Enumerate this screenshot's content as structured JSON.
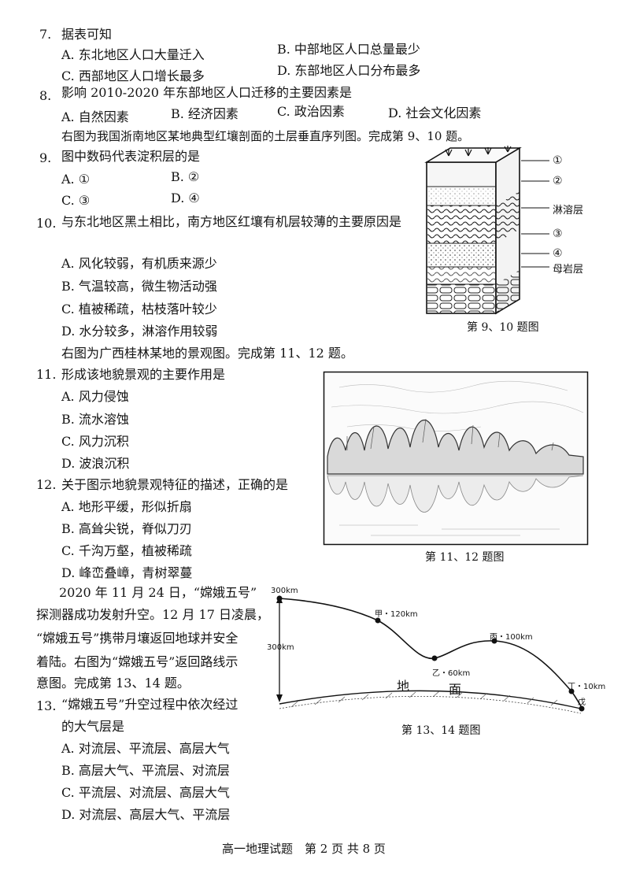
{
  "q7": {
    "num": "7.",
    "stem": "据表可知",
    "A": "A. 东北地区人口大量迁入",
    "B": "B. 中部地区人口总量最少",
    "C": "C. 西部地区人口增长最多",
    "D": "D. 东部地区人口分布最多"
  },
  "q8": {
    "num": "8.",
    "stem": "影响 2010-2020 年东部地区人口迁移的主要因素是",
    "A": "A. 自然因素",
    "B": "B. 经济因素",
    "C": "C. 政治因素",
    "D": "D. 社会文化因素"
  },
  "intro910": "右图为我国浙南地区某地典型红壤剖面的土层垂直序列图。完成第 9、10 题。",
  "q9": {
    "num": "9.",
    "stem": "图中数码代表淀积层的是",
    "A": "A. ①",
    "B": "B. ②",
    "C": "C. ③",
    "D": "D. ④"
  },
  "q10": {
    "num": "10.",
    "stem": "与东北地区黑土相比，南方地区红壤有机层较薄的主要原因是",
    "A": "A. 风化较弱，有机质来源少",
    "B": "B. 气温较高，微生物活动强",
    "C": "C. 植被稀疏，枯枝落叶较少",
    "D": "D. 水分较多，淋溶作用较弱"
  },
  "soil_fig": {
    "labels": [
      "①",
      "②",
      "淋溶层",
      "③",
      "④",
      "母岩层"
    ],
    "caption": "第 9、10 题图"
  },
  "intro1112": "右图为广西桂林某地的景观图。完成第 11、12 题。",
  "q11": {
    "num": "11.",
    "stem": "形成该地貌景观的主要作用是",
    "A": "A. 风力侵蚀",
    "B": "B. 流水溶蚀",
    "C": "C. 风力沉积",
    "D": "D. 波浪沉积"
  },
  "q12": {
    "num": "12.",
    "stem": "关于图示地貌景观特征的描述，正确的是",
    "A": "A. 地形平缓，形似折扇",
    "B": "B. 高耸尖锐，脊似刀刃",
    "C": "C. 千沟万壑，植被稀疏",
    "D": "D. 峰峦叠嶂，青树翠蔓"
  },
  "landscape_caption": "第 11、12 题图",
  "intro1314": [
    "2020 年 11 月 24 日，“嫦娥五号”",
    "探测器成功发射升空。12 月 17 日凌晨，",
    "“嫦娥五号”携带月壤返回地球并安全",
    "着陆。右图为“嫦娥五号”返回路线示",
    "意图。完成第 13、14 题。"
  ],
  "route_fig": {
    "top": "300km",
    "side": "300km",
    "jia": "甲・120km",
    "yi": "乙・60km",
    "bing": "丙・100km",
    "ding": "丁・10km",
    "wu": "戊",
    "ground1": "地",
    "ground2": "面",
    "caption": "第 13、14 题图"
  },
  "q13": {
    "num": "13.",
    "stem1": "“嫦娥五号”升空过程中依次经过",
    "stem2": "的大气层是",
    "A": "A. 对流层、平流层、高层大气",
    "B": "B. 高层大气、平流层、对流层",
    "C": "C. 平流层、对流层、高层大气",
    "D": "D. 对流层、高层大气、平流层"
  },
  "footer": "高一地理试题　第 2 页 共 8 页"
}
